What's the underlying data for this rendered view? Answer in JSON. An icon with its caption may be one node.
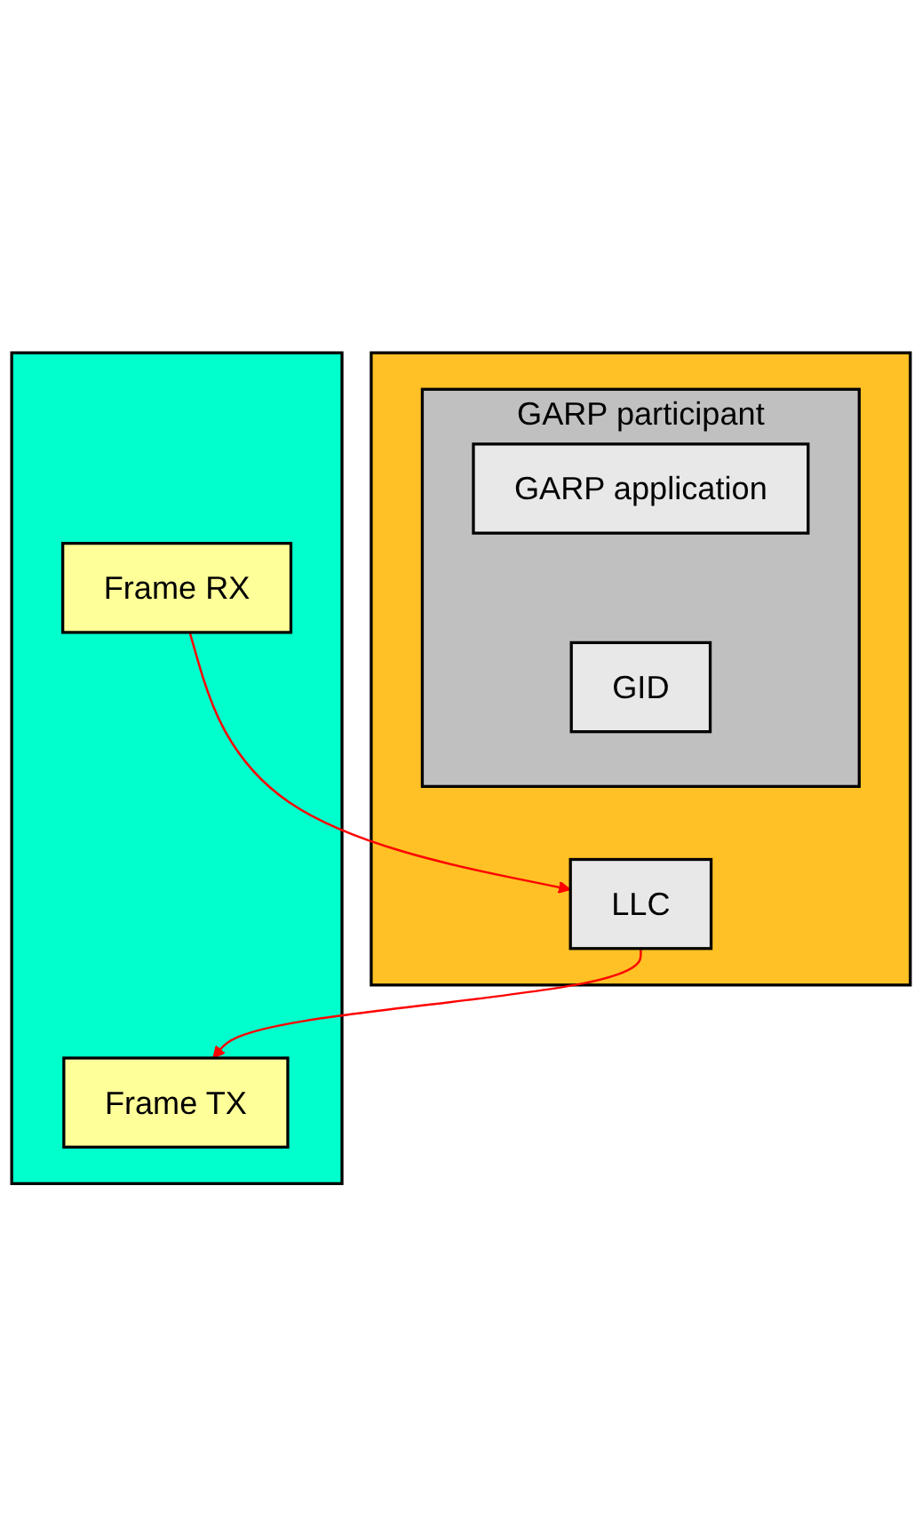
{
  "diagram": {
    "nodes": [
      {
        "text": [],
        "shape": "box"
      },
      {
        "text": [
          "GARP participant"
        ],
        "in": 0
      },
      {
        "text": [
          "GARP application"
        ],
        "in": 1
      },
      {
        "text": [
          "GID"
        ],
        "in": 1
      },
      {
        "text": [
          "LLC"
        ],
        "in": 0
      },
      {
        "text": [],
        "shape": "box"
      },
      {
        "text": [
          "Frame RX"
        ],
        "in": 5
      },
      {
        "text": [
          "Frame TX"
        ],
        "in": 5
      }
    ],
    "edges": [
      {
        "from": 6,
        "to": 4,
        "arrow": "to",
        "color": "#ff0000"
      },
      {
        "from": 4,
        "to": 7,
        "arrow": "to",
        "color": "#ff0000"
      }
    ]
  }
}
